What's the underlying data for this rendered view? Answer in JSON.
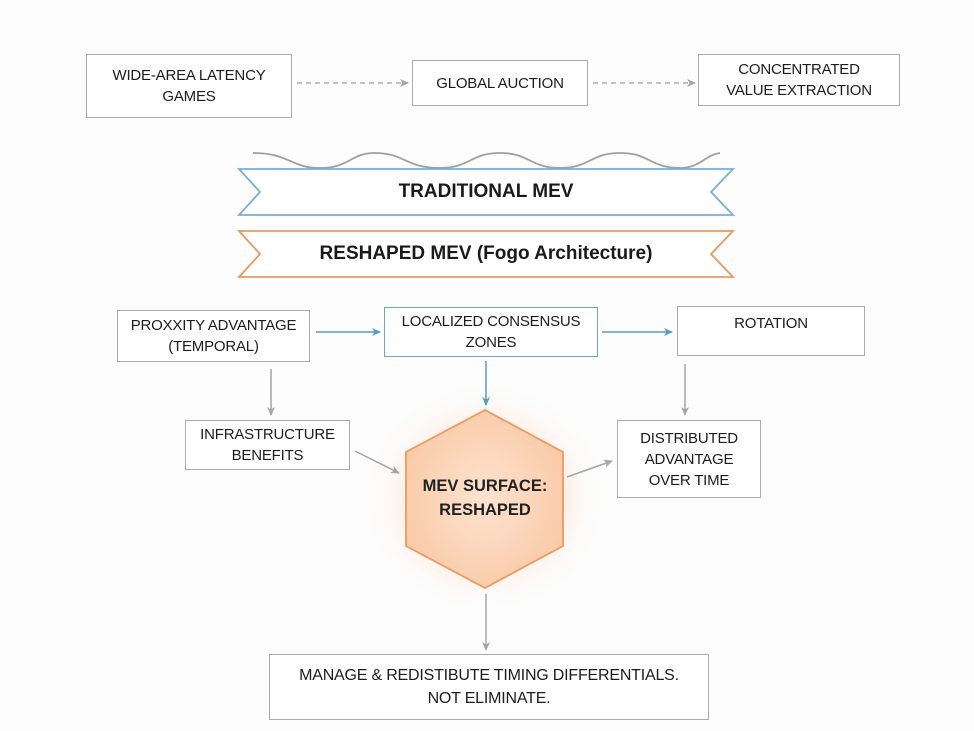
{
  "diagram": {
    "top_flow": {
      "nodes": [
        {
          "id": "wide-area",
          "lines": [
            "WIDE-AREA LATENCY",
            "GAMES"
          ]
        },
        {
          "id": "global-auction",
          "lines": [
            "GLOBAL AUCTION"
          ]
        },
        {
          "id": "concentrated",
          "lines": [
            "CONCENTRATED",
            "VALUE EXTRACTION"
          ]
        }
      ],
      "edge_style": "dashed"
    },
    "banners": {
      "traditional": "TRADITIONAL MEV",
      "reshaped": "RESHAPED MEV (Fogo Architecture)"
    },
    "bottom_flow": {
      "proximity": [
        "PROXXITY ADVANTAGE",
        "(TEMPORAL)"
      ],
      "localized": [
        "LOCALIZED CONSENSUS",
        "ZONES"
      ],
      "rotation": [
        "ROTATION"
      ],
      "infrastructure": [
        "INFRASTRUCTURE",
        "BENEFITS"
      ],
      "distributed": [
        "DISTRIBUTED",
        "ADVANTAGE",
        "OVER TIME"
      ],
      "hexagon": [
        "MEV SURFACE:",
        "RESHAPED"
      ],
      "conclusion": [
        "MANAGE & REDISTIBUTE TIMING DIFFERENTIALS.",
        "NOT ELIMINATE."
      ]
    },
    "colors": {
      "traditional": "#7aaed6",
      "reshaped": "#e59a5c",
      "hex_fill": "#fbd2b4",
      "hex_stroke": "#ec9a5f",
      "neutral_border": "#a9abad",
      "arrow_gray": "#a3a5a8",
      "arrow_blue": "#5f98c8"
    }
  }
}
